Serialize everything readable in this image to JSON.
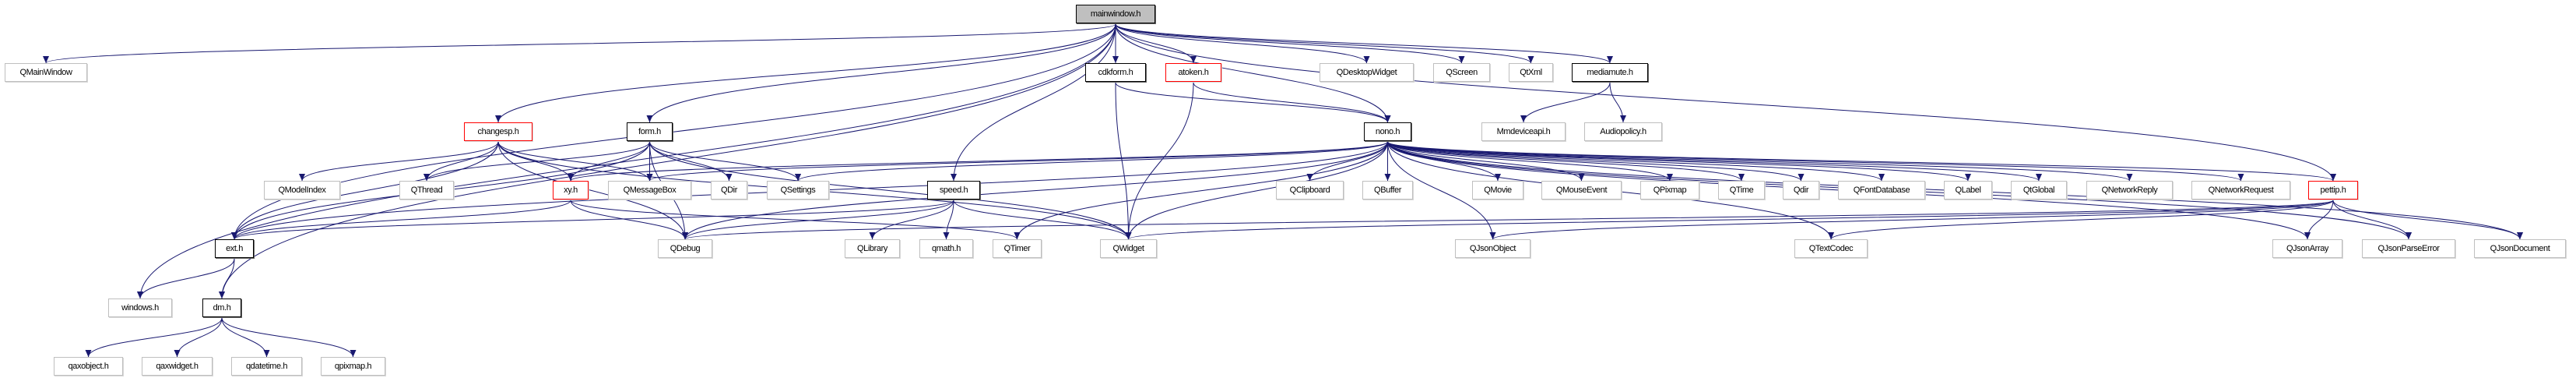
{
  "graph": {
    "edge_color": "#191970",
    "nodes": {
      "mainwindow": {
        "label": "mainwindow.h",
        "kind": "root"
      },
      "QMainWindow": {
        "label": "QMainWindow",
        "kind": "external"
      },
      "cdkform": {
        "label": "cdkform.h",
        "kind": "documented"
      },
      "atoken": {
        "label": "atoken.h",
        "kind": "truncated"
      },
      "QDesktopWidget": {
        "label": "QDesktopWidget",
        "kind": "external"
      },
      "QScreen": {
        "label": "QScreen",
        "kind": "external"
      },
      "QtXml": {
        "label": "QtXml",
        "kind": "external"
      },
      "mediamute": {
        "label": "mediamute.h",
        "kind": "documented"
      },
      "changesp": {
        "label": "changesp.h",
        "kind": "truncated"
      },
      "form": {
        "label": "form.h",
        "kind": "documented"
      },
      "nono": {
        "label": "nono.h",
        "kind": "documented"
      },
      "Mmdeviceapi": {
        "label": "Mmdeviceapi.h",
        "kind": "external"
      },
      "Audiopolicy": {
        "label": "Audiopolicy.h",
        "kind": "external"
      },
      "QModelIndex": {
        "label": "QModelIndex",
        "kind": "external"
      },
      "QThread": {
        "label": "QThread",
        "kind": "external"
      },
      "xy": {
        "label": "xy.h",
        "kind": "truncated"
      },
      "QMessageBox": {
        "label": "QMessageBox",
        "kind": "external"
      },
      "QDir": {
        "label": "QDir",
        "kind": "external"
      },
      "QSettings": {
        "label": "QSettings",
        "kind": "external"
      },
      "speed": {
        "label": "speed.h",
        "kind": "documented"
      },
      "QClipboard": {
        "label": "QClipboard",
        "kind": "external"
      },
      "QBuffer": {
        "label": "QBuffer",
        "kind": "external"
      },
      "QMovie": {
        "label": "QMovie",
        "kind": "external"
      },
      "QMouseEvent": {
        "label": "QMouseEvent",
        "kind": "external"
      },
      "QPixmap": {
        "label": "QPixmap",
        "kind": "external"
      },
      "QTime": {
        "label": "QTime",
        "kind": "external"
      },
      "Qdir": {
        "label": "Qdir",
        "kind": "external"
      },
      "QFontDatabase": {
        "label": "QFontDatabase",
        "kind": "external"
      },
      "QLabel": {
        "label": "QLabel",
        "kind": "external"
      },
      "QtGlobal": {
        "label": "QtGlobal",
        "kind": "external"
      },
      "QNetworkReply": {
        "label": "QNetworkReply",
        "kind": "external"
      },
      "QNetworkRequest": {
        "label": "QNetworkRequest",
        "kind": "external"
      },
      "pettip": {
        "label": "pettip.h",
        "kind": "truncated"
      },
      "ext": {
        "label": "ext.h",
        "kind": "documented"
      },
      "QDebug": {
        "label": "QDebug",
        "kind": "external"
      },
      "QLibrary": {
        "label": "QLibrary",
        "kind": "external"
      },
      "qmath": {
        "label": "qmath.h",
        "kind": "external"
      },
      "QTimer": {
        "label": "QTimer",
        "kind": "external"
      },
      "QWidget": {
        "label": "QWidget",
        "kind": "external"
      },
      "QJsonObject": {
        "label": "QJsonObject",
        "kind": "external"
      },
      "QTextCodec": {
        "label": "QTextCodec",
        "kind": "external"
      },
      "QJsonArray": {
        "label": "QJsonArray",
        "kind": "external"
      },
      "QJsonParseError": {
        "label": "QJsonParseError",
        "kind": "external"
      },
      "QJsonDocument": {
        "label": "QJsonDocument",
        "kind": "external"
      },
      "windows": {
        "label": "windows.h",
        "kind": "external"
      },
      "dm": {
        "label": "dm.h",
        "kind": "documented"
      },
      "qaxobject": {
        "label": "qaxobject.h",
        "kind": "external"
      },
      "qaxwidget": {
        "label": "qaxwidget.h",
        "kind": "external"
      },
      "qdatetime": {
        "label": "qdatetime.h",
        "kind": "external"
      },
      "qpixmap": {
        "label": "qpixmap.h",
        "kind": "external"
      }
    },
    "edges": [
      [
        "mainwindow",
        "QMainWindow"
      ],
      [
        "mainwindow",
        "windows"
      ],
      [
        "mainwindow",
        "ext"
      ],
      [
        "mainwindow",
        "dm"
      ],
      [
        "mainwindow",
        "changesp"
      ],
      [
        "mainwindow",
        "form"
      ],
      [
        "mainwindow",
        "speed"
      ],
      [
        "mainwindow",
        "cdkform"
      ],
      [
        "mainwindow",
        "atoken"
      ],
      [
        "mainwindow",
        "nono"
      ],
      [
        "mainwindow",
        "QDesktopWidget"
      ],
      [
        "mainwindow",
        "QScreen"
      ],
      [
        "mainwindow",
        "QtXml"
      ],
      [
        "mainwindow",
        "mediamute"
      ],
      [
        "mainwindow",
        "pettip"
      ],
      [
        "cdkform",
        "nono"
      ],
      [
        "cdkform",
        "QWidget"
      ],
      [
        "atoken",
        "nono"
      ],
      [
        "atoken",
        "QWidget"
      ],
      [
        "mediamute",
        "Mmdeviceapi"
      ],
      [
        "mediamute",
        "Audiopolicy"
      ],
      [
        "changesp",
        "QModelIndex"
      ],
      [
        "changesp",
        "QThread"
      ],
      [
        "changesp",
        "xy"
      ],
      [
        "changesp",
        "QMessageBox"
      ],
      [
        "changesp",
        "QDebug"
      ],
      [
        "changesp",
        "ext"
      ],
      [
        "changesp",
        "QWidget"
      ],
      [
        "form",
        "xy"
      ],
      [
        "form",
        "QMessageBox"
      ],
      [
        "form",
        "QDir"
      ],
      [
        "form",
        "QSettings"
      ],
      [
        "form",
        "QThread"
      ],
      [
        "form",
        "QDebug"
      ],
      [
        "form",
        "ext"
      ],
      [
        "form",
        "QWidget"
      ],
      [
        "xy",
        "ext"
      ],
      [
        "xy",
        "QDebug"
      ],
      [
        "xy",
        "QTimer"
      ],
      [
        "ext",
        "windows"
      ],
      [
        "ext",
        "dm"
      ],
      [
        "dm",
        "qaxobject"
      ],
      [
        "dm",
        "qaxwidget"
      ],
      [
        "dm",
        "qdatetime"
      ],
      [
        "dm",
        "qpixmap"
      ],
      [
        "speed",
        "QLibrary"
      ],
      [
        "speed",
        "qmath"
      ],
      [
        "speed",
        "QWidget"
      ],
      [
        "speed",
        "QDebug"
      ],
      [
        "speed",
        "ext"
      ],
      [
        "nono",
        "QClipboard"
      ],
      [
        "nono",
        "QBuffer"
      ],
      [
        "nono",
        "QMovie"
      ],
      [
        "nono",
        "QMouseEvent"
      ],
      [
        "nono",
        "QPixmap"
      ],
      [
        "nono",
        "QTime"
      ],
      [
        "nono",
        "Qdir"
      ],
      [
        "nono",
        "QFontDatabase"
      ],
      [
        "nono",
        "QLabel"
      ],
      [
        "nono",
        "QtGlobal"
      ],
      [
        "nono",
        "QNetworkReply"
      ],
      [
        "nono",
        "QNetworkRequest"
      ],
      [
        "nono",
        "pettip"
      ],
      [
        "nono",
        "QJsonArray"
      ],
      [
        "nono",
        "QJsonParseError"
      ],
      [
        "nono",
        "QJsonDocument"
      ],
      [
        "nono",
        "QJsonObject"
      ],
      [
        "nono",
        "QTextCodec"
      ],
      [
        "nono",
        "QWidget"
      ],
      [
        "nono",
        "QTimer"
      ],
      [
        "nono",
        "QDebug"
      ],
      [
        "nono",
        "ext"
      ],
      [
        "nono",
        "xy"
      ],
      [
        "nono",
        "QMessageBox"
      ],
      [
        "nono",
        "QSettings"
      ],
      [
        "pettip",
        "QJsonArray"
      ],
      [
        "pettip",
        "QJsonParseError"
      ],
      [
        "pettip",
        "QJsonDocument"
      ],
      [
        "pettip",
        "QTextCodec"
      ],
      [
        "pettip",
        "QJsonObject"
      ],
      [
        "pettip",
        "QWidget"
      ],
      [
        "pettip",
        "QDebug"
      ]
    ]
  }
}
